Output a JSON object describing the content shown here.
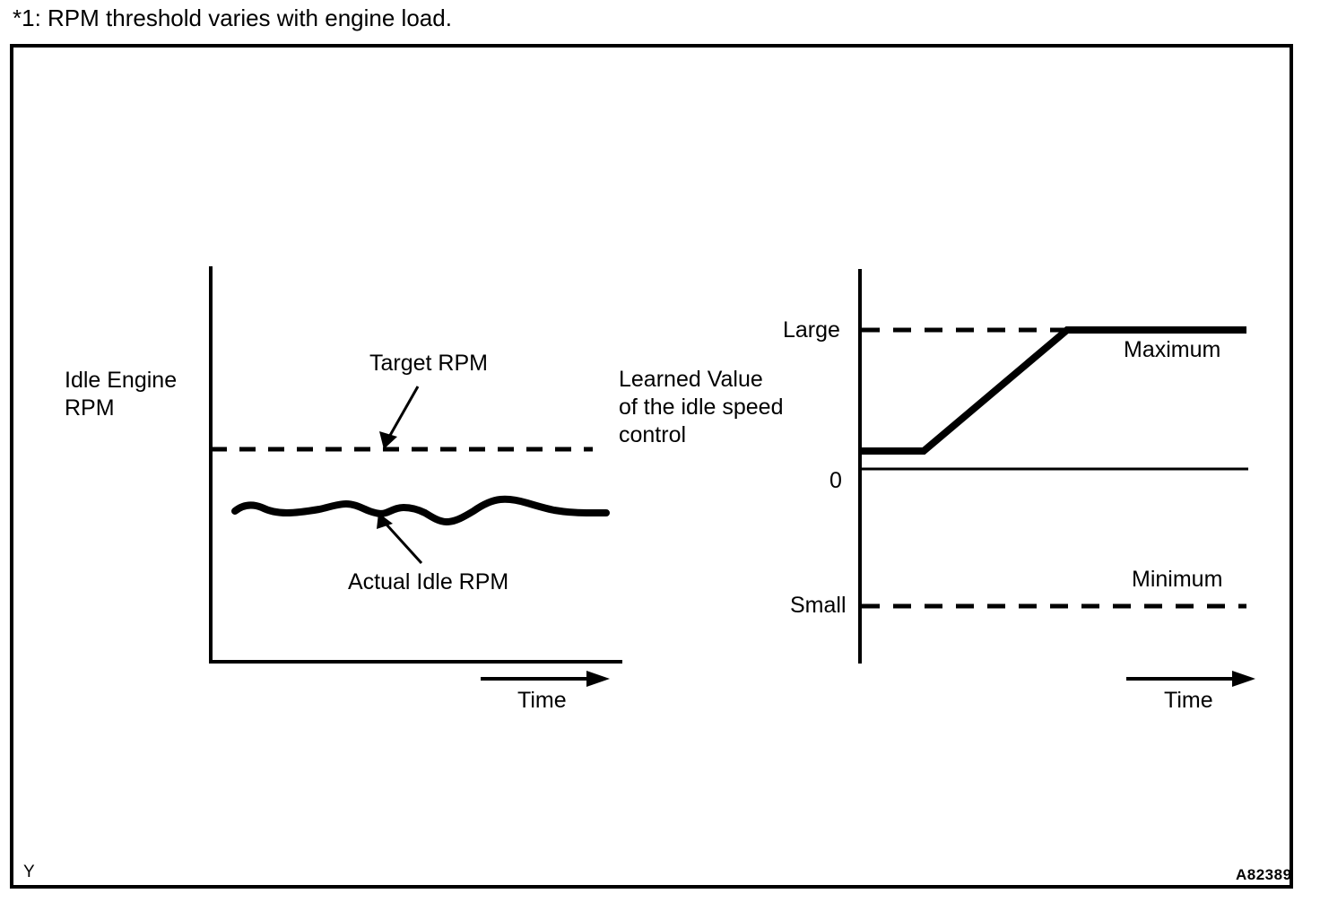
{
  "caption": {
    "text": "*1: RPM threshold varies with engine load."
  },
  "figure": {
    "corner_mark": "Y",
    "figure_id": "A82389",
    "border_color": "#000000",
    "line_color": "#000000",
    "background": "#ffffff"
  },
  "left_chart": {
    "y_axis_label_line1": "Idle Engine",
    "y_axis_label_line2": "RPM",
    "x_axis_label": "Time",
    "annotations": {
      "target_rpm": "Target RPM",
      "actual_idle_rpm": "Actual Idle RPM"
    }
  },
  "right_chart": {
    "y_axis_label_line1": "Learned Value",
    "y_axis_label_line2": "of the idle speed",
    "y_axis_label_line3": "control",
    "x_axis_label": "Time",
    "tick_large": "Large",
    "tick_zero": "0",
    "tick_small": "Small",
    "annotations": {
      "maximum": "Maximum",
      "minimum": "Minimum"
    }
  },
  "chart_data": [
    {
      "type": "line",
      "title": "Idle Engine RPM vs Time",
      "xlabel": "Time",
      "ylabel": "Idle Engine RPM",
      "grid": false,
      "legend": "none",
      "xlim": [
        0,
        100
      ],
      "ylim": [
        0,
        100
      ],
      "series": [
        {
          "name": "Target RPM",
          "style": "dashed",
          "values": [
            {
              "x": 0,
              "y": 55
            },
            {
              "x": 100,
              "y": 55
            }
          ]
        },
        {
          "name": "Actual Idle RPM",
          "style": "solid-wavy",
          "values": [
            {
              "x": 6,
              "y": 40
            },
            {
              "x": 11,
              "y": 42
            },
            {
              "x": 15,
              "y": 41
            },
            {
              "x": 19,
              "y": 38
            },
            {
              "x": 24,
              "y": 38
            },
            {
              "x": 27,
              "y": 41
            },
            {
              "x": 30,
              "y": 38
            },
            {
              "x": 35,
              "y": 38
            },
            {
              "x": 39,
              "y": 42
            },
            {
              "x": 42,
              "y": 41
            },
            {
              "x": 45,
              "y": 37
            },
            {
              "x": 48,
              "y": 40
            },
            {
              "x": 51,
              "y": 42
            },
            {
              "x": 54,
              "y": 41
            },
            {
              "x": 58,
              "y": 39
            },
            {
              "x": 62,
              "y": 35
            },
            {
              "x": 66,
              "y": 34
            },
            {
              "x": 70,
              "y": 38
            },
            {
              "x": 75,
              "y": 44
            },
            {
              "x": 80,
              "y": 45
            },
            {
              "x": 85,
              "y": 43
            },
            {
              "x": 91,
              "y": 40
            },
            {
              "x": 97,
              "y": 39
            }
          ]
        }
      ],
      "annotations": [
        {
          "text": "Target RPM",
          "points_to": "dashed target line"
        },
        {
          "text": "Actual Idle RPM",
          "points_to": "wavy actual rpm line"
        }
      ]
    },
    {
      "type": "line",
      "title": "Learned Value of the idle speed control vs Time",
      "xlabel": "Time",
      "ylabel": "Learned Value of the idle speed control",
      "grid": false,
      "legend": "none",
      "xlim": [
        0,
        100
      ],
      "ylim": [
        -100,
        100
      ],
      "ytick_labels": [
        "Large",
        "0",
        "Small"
      ],
      "ytick_values": [
        70,
        0,
        -70
      ],
      "series": [
        {
          "name": "Maximum",
          "style": "dashed",
          "values": [
            {
              "x": 0,
              "y": 70
            },
            {
              "x": 100,
              "y": 70
            }
          ]
        },
        {
          "name": "Minimum",
          "style": "dashed",
          "values": [
            {
              "x": 0,
              "y": -70
            },
            {
              "x": 100,
              "y": -70
            }
          ]
        },
        {
          "name": "Learned value",
          "style": "solid",
          "values": [
            {
              "x": 0,
              "y": 10
            },
            {
              "x": 22,
              "y": 10
            },
            {
              "x": 58,
              "y": 70
            },
            {
              "x": 100,
              "y": 70
            }
          ]
        }
      ],
      "annotations": [
        {
          "text": "Maximum",
          "points_to": "upper dashed limit line"
        },
        {
          "text": "Minimum",
          "points_to": "lower dashed limit line"
        }
      ]
    }
  ]
}
